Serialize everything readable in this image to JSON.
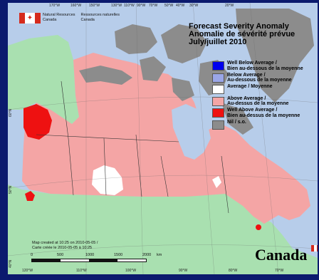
{
  "header": {
    "agency_en": [
      "Natural Resources",
      "Canada"
    ],
    "agency_fr": [
      "Ressources naturelles",
      "Canada"
    ]
  },
  "title": {
    "line1": "Forecast Severity Anomaly",
    "line2": "Anomalie de sévérité prévue",
    "line3": "July/juillet 2010"
  },
  "legend": {
    "items": [
      {
        "key": "well_below",
        "color": "#0000ee",
        "en": "Well Below Average /",
        "fr": "Bien au-dessous de la moyenne"
      },
      {
        "key": "below",
        "color": "#9aa6e8",
        "en": "Below Average /",
        "fr": "Au-dessous de la moyenne"
      },
      {
        "key": "average",
        "color": "#ffffff",
        "en": "Average / Moyenne",
        "fr": ""
      },
      {
        "key": "above",
        "color": "#f4a5a5",
        "en": "Above Average /",
        "fr": "Au-dessus de la moyenne"
      },
      {
        "key": "well_above",
        "color": "#ee1111",
        "en": "Well Above Average /",
        "fr": "Bien au-dessus de la moyenne"
      },
      {
        "key": "nil",
        "color": "#8c8c8c",
        "en": "Nil / s.o.",
        "fr": ""
      }
    ]
  },
  "graticule": {
    "top_longitudes": [
      "170°W",
      "160°W",
      "150°W",
      "130°W",
      "110°W",
      "90°W",
      "70°W",
      "50°W",
      "40°W",
      "30°W",
      "20°W"
    ],
    "bottom_longitudes": [
      "120°W",
      "110°W",
      "100°W",
      "90°W",
      "80°W",
      "70°W"
    ],
    "latitudes": [
      "60°N",
      "50°N",
      "40°N"
    ]
  },
  "credit": {
    "line1": "Map created at 10:25 on 2010-05-05 /",
    "line2": "Carte créée le 2010-05-05 à 10:25"
  },
  "scale_bar": {
    "labels": [
      "0",
      "500",
      "1000",
      "1500",
      "2000"
    ],
    "unit": "km"
  },
  "wordmark": "Canada",
  "colors": {
    "frame": "#0b1a6e",
    "ocean": "#b7cdea",
    "land_outside": "#a9e0b0",
    "nil": "#8c8c8c",
    "above": "#f4a5a5",
    "well_above": "#ee1111",
    "average": "#ffffff"
  }
}
